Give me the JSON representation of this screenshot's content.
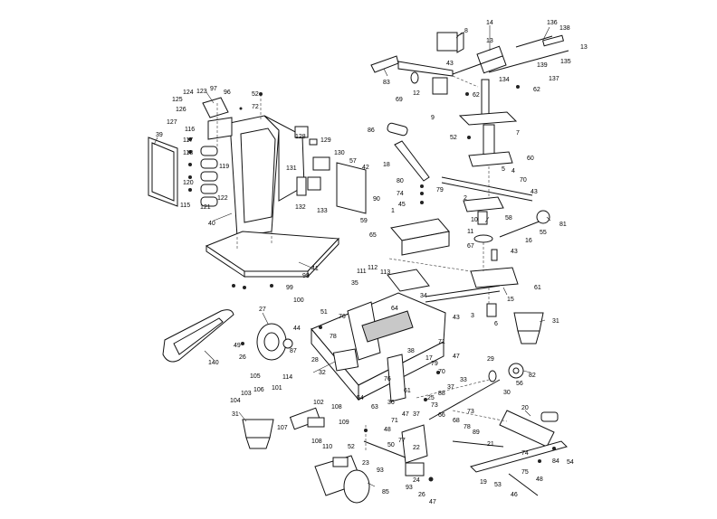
{
  "diagram": {
    "type": "exploded-parts-view",
    "callouts": [
      {
        "id": "c1",
        "label": "14"
      },
      {
        "id": "c2",
        "label": "136"
      },
      {
        "id": "c3",
        "label": "138"
      },
      {
        "id": "c4",
        "label": "13"
      },
      {
        "id": "c5",
        "label": "8"
      },
      {
        "id": "c6",
        "label": "13"
      },
      {
        "id": "c7",
        "label": "43"
      },
      {
        "id": "c8",
        "label": "135"
      },
      {
        "id": "c9",
        "label": "139"
      },
      {
        "id": "c10",
        "label": "134"
      },
      {
        "id": "c11",
        "label": "137"
      },
      {
        "id": "c12",
        "label": "62"
      },
      {
        "id": "c13",
        "label": "83"
      },
      {
        "id": "c14",
        "label": "69"
      },
      {
        "id": "c15",
        "label": "12"
      },
      {
        "id": "c16",
        "label": "62"
      },
      {
        "id": "c17",
        "label": "9"
      },
      {
        "id": "c18",
        "label": "124"
      },
      {
        "id": "c19",
        "label": "97"
      },
      {
        "id": "c20",
        "label": "123"
      },
      {
        "id": "c21",
        "label": "96"
      },
      {
        "id": "c22",
        "label": "52"
      },
      {
        "id": "c23",
        "label": "125"
      },
      {
        "id": "c24",
        "label": "126"
      },
      {
        "id": "c25",
        "label": "72"
      },
      {
        "id": "c26",
        "label": "127"
      },
      {
        "id": "c27",
        "label": "116"
      },
      {
        "id": "c28",
        "label": "39"
      },
      {
        "id": "c29",
        "label": "117"
      },
      {
        "id": "c30",
        "label": "118"
      },
      {
        "id": "c31",
        "label": "119"
      },
      {
        "id": "c32",
        "label": "120"
      },
      {
        "id": "c33",
        "label": "121"
      },
      {
        "id": "c34",
        "label": "122"
      },
      {
        "id": "c35",
        "label": "115"
      },
      {
        "id": "c36",
        "label": "40"
      },
      {
        "id": "c37",
        "label": "128"
      },
      {
        "id": "c38",
        "label": "129"
      },
      {
        "id": "c39",
        "label": "130"
      },
      {
        "id": "c40",
        "label": "57"
      },
      {
        "id": "c41",
        "label": "131"
      },
      {
        "id": "c42",
        "label": "42"
      },
      {
        "id": "c43",
        "label": "132"
      },
      {
        "id": "c44",
        "label": "133"
      },
      {
        "id": "c45",
        "label": "90"
      },
      {
        "id": "c46",
        "label": "59"
      },
      {
        "id": "c47",
        "label": "86"
      },
      {
        "id": "c48",
        "label": "52"
      },
      {
        "id": "c49",
        "label": "7"
      },
      {
        "id": "c50",
        "label": "60"
      },
      {
        "id": "c51",
        "label": "18"
      },
      {
        "id": "c52",
        "label": "5"
      },
      {
        "id": "c53",
        "label": "4"
      },
      {
        "id": "c54",
        "label": "80"
      },
      {
        "id": "c55",
        "label": "79"
      },
      {
        "id": "c56",
        "label": "70"
      },
      {
        "id": "c57",
        "label": "74"
      },
      {
        "id": "c58",
        "label": "43"
      },
      {
        "id": "c59",
        "label": "45"
      },
      {
        "id": "c60",
        "label": "2"
      },
      {
        "id": "c61",
        "label": "1"
      },
      {
        "id": "c62",
        "label": "10"
      },
      {
        "id": "c63",
        "label": "58"
      },
      {
        "id": "c64",
        "label": "81"
      },
      {
        "id": "c65",
        "label": "11"
      },
      {
        "id": "c66",
        "label": "55"
      },
      {
        "id": "c67",
        "label": "16"
      },
      {
        "id": "c68",
        "label": "65"
      },
      {
        "id": "c69",
        "label": "67"
      },
      {
        "id": "c70",
        "label": "43"
      },
      {
        "id": "c71",
        "label": "41"
      },
      {
        "id": "c72",
        "label": "98"
      },
      {
        "id": "c73",
        "label": "99"
      },
      {
        "id": "c74",
        "label": "100"
      },
      {
        "id": "c75",
        "label": "61"
      },
      {
        "id": "c76",
        "label": "111"
      },
      {
        "id": "c77",
        "label": "112"
      },
      {
        "id": "c78",
        "label": "113"
      },
      {
        "id": "c79",
        "label": "35"
      },
      {
        "id": "c80",
        "label": "34"
      },
      {
        "id": "c81",
        "label": "15"
      },
      {
        "id": "c82",
        "label": "64"
      },
      {
        "id": "c83",
        "label": "3"
      },
      {
        "id": "c84",
        "label": "43"
      },
      {
        "id": "c85",
        "label": "6"
      },
      {
        "id": "c86",
        "label": "27"
      },
      {
        "id": "c87",
        "label": "51"
      },
      {
        "id": "c88",
        "label": "31"
      },
      {
        "id": "c89",
        "label": "44"
      },
      {
        "id": "c90",
        "label": "76"
      },
      {
        "id": "c91",
        "label": "78"
      },
      {
        "id": "c92",
        "label": "49"
      },
      {
        "id": "c93",
        "label": "87"
      },
      {
        "id": "c94",
        "label": "26"
      },
      {
        "id": "c95",
        "label": "38"
      },
      {
        "id": "c96",
        "label": "71"
      },
      {
        "id": "c97",
        "label": "47"
      },
      {
        "id": "c98",
        "label": "140"
      },
      {
        "id": "c99",
        "label": "28"
      },
      {
        "id": "c100",
        "label": "17"
      },
      {
        "id": "c101",
        "label": "29"
      },
      {
        "id": "c102",
        "label": "79"
      },
      {
        "id": "c103",
        "label": "70"
      },
      {
        "id": "c104",
        "label": "32"
      },
      {
        "id": "c105",
        "label": "76"
      },
      {
        "id": "c106",
        "label": "33"
      },
      {
        "id": "c107",
        "label": "82"
      },
      {
        "id": "c108",
        "label": "56"
      },
      {
        "id": "c109",
        "label": "61"
      },
      {
        "id": "c110",
        "label": "30"
      },
      {
        "id": "c111",
        "label": "105"
      },
      {
        "id": "c112",
        "label": "114"
      },
      {
        "id": "c113",
        "label": "36"
      },
      {
        "id": "c114",
        "label": "37"
      },
      {
        "id": "c115",
        "label": "103"
      },
      {
        "id": "c116",
        "label": "106"
      },
      {
        "id": "c117",
        "label": "101"
      },
      {
        "id": "c118",
        "label": "54"
      },
      {
        "id": "c119",
        "label": "88"
      },
      {
        "id": "c120",
        "label": "104"
      },
      {
        "id": "c121",
        "label": "102"
      },
      {
        "id": "c122",
        "label": "63"
      },
      {
        "id": "c123",
        "label": "25"
      },
      {
        "id": "c124",
        "label": "31"
      },
      {
        "id": "c125",
        "label": "107"
      },
      {
        "id": "c126",
        "label": "108"
      },
      {
        "id": "c127",
        "label": "109"
      },
      {
        "id": "c128",
        "label": "73"
      },
      {
        "id": "c129",
        "label": "37"
      },
      {
        "id": "c130",
        "label": "73"
      },
      {
        "id": "c131",
        "label": "20"
      },
      {
        "id": "c132",
        "label": "66"
      },
      {
        "id": "c133",
        "label": "68"
      },
      {
        "id": "c134",
        "label": "71"
      },
      {
        "id": "c135",
        "label": "47"
      },
      {
        "id": "c136",
        "label": "48"
      },
      {
        "id": "c137",
        "label": "78"
      },
      {
        "id": "c138",
        "label": "89"
      },
      {
        "id": "c139",
        "label": "108"
      },
      {
        "id": "c140",
        "label": "110"
      },
      {
        "id": "c141",
        "label": "52"
      },
      {
        "id": "c142",
        "label": "77"
      },
      {
        "id": "c143",
        "label": "50"
      },
      {
        "id": "c144",
        "label": "22"
      },
      {
        "id": "c145",
        "label": "21"
      },
      {
        "id": "c146",
        "label": "23"
      },
      {
        "id": "c147",
        "label": "74"
      },
      {
        "id": "c148",
        "label": "84"
      },
      {
        "id": "c149",
        "label": "54"
      },
      {
        "id": "c150",
        "label": "93"
      },
      {
        "id": "c151",
        "label": "75"
      },
      {
        "id": "c152",
        "label": "48"
      },
      {
        "id": "c153",
        "label": "24"
      },
      {
        "id": "c154",
        "label": "19"
      },
      {
        "id": "c155",
        "label": "53"
      },
      {
        "id": "c156",
        "label": "85"
      },
      {
        "id": "c157",
        "label": "93"
      },
      {
        "id": "c158",
        "label": "26"
      },
      {
        "id": "c159",
        "label": "46"
      },
      {
        "id": "c160",
        "label": "47"
      }
    ]
  }
}
